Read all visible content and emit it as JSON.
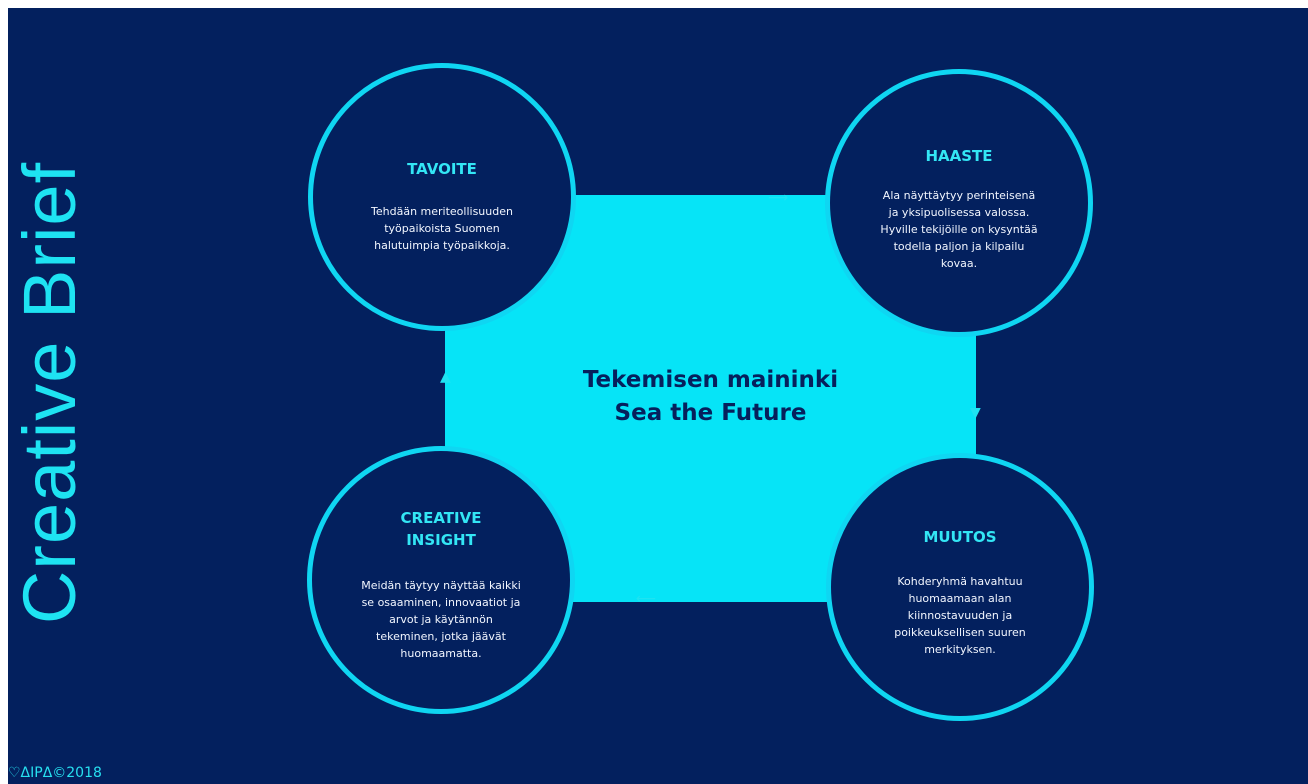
{
  "slide": {
    "side_title": "Creative Brief",
    "footer": "♡ΔIPΔ©2018",
    "colors": {
      "background": "#03205e",
      "accent": "#06e4f7",
      "circle_border": "#0fd6f2",
      "body_text": "#f2f6ff"
    }
  },
  "center": {
    "line1": "Tekemisen maininki",
    "line2": "Sea the Future"
  },
  "circles": {
    "tavoite": {
      "title": "TAVOITE",
      "body": [
        "Tehdään meriteollisuuden",
        "työpaikoista Suomen",
        "halutuimpia työpaikkoja."
      ]
    },
    "haaste": {
      "title": "HAASTE",
      "body": [
        "Ala näyttäytyy perinteisenä",
        "ja yksipuolisessa valossa.",
        "Hyville tekijöille on kysyntää",
        "todella paljon ja kilpailu",
        "kovaa."
      ]
    },
    "creative_insight": {
      "title_line1": "CREATIVE",
      "title_line2": "INSIGHT",
      "body": [
        "Meidän täytyy näyttää kaikki",
        "se osaaminen, innovaatiot ja",
        "arvot ja käytännön",
        "tekeminen, jotka jäävät",
        "huomaamatta."
      ]
    },
    "muutos": {
      "title": "MUUTOS",
      "body": [
        "Kohderyhmä havahtuu",
        "huomaamaan alan",
        "kiinnostavuuden ja",
        "poikkeuksellisen suuren",
        "merkityksen."
      ]
    }
  },
  "arrows": {
    "top": "arrow-right-icon",
    "right": "arrow-down-icon",
    "bottom": "arrow-left-icon",
    "left": "arrow-up-icon"
  }
}
